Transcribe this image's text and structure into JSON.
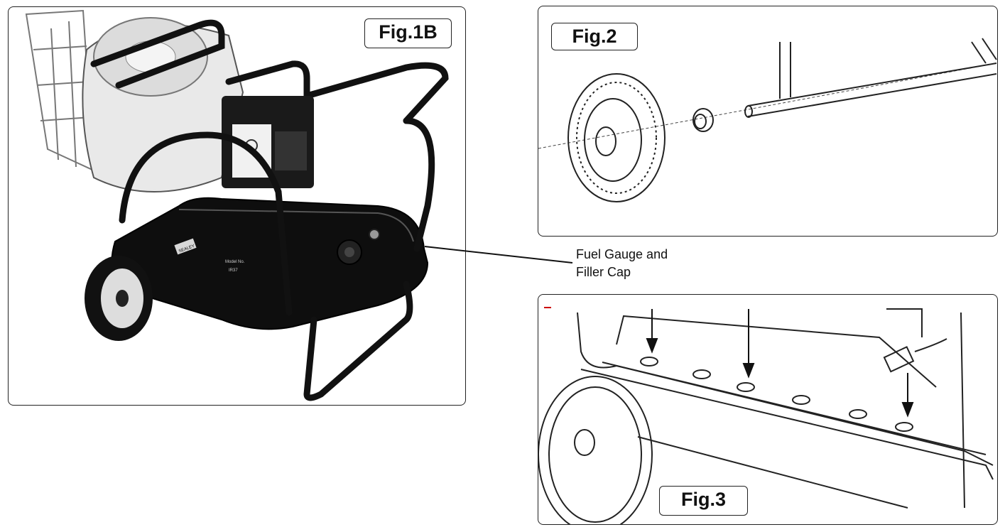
{
  "figures": {
    "fig1b": {
      "label": "Fig.1B"
    },
    "fig2": {
      "label": "Fig.2"
    },
    "fig3": {
      "label": "Fig.3"
    }
  },
  "callout": {
    "line1": "Fuel Gauge and",
    "line2": "Filler Cap"
  },
  "heater_labels": {
    "brand": "SEALEY",
    "model_no": "Model No.",
    "model": "IR37"
  }
}
